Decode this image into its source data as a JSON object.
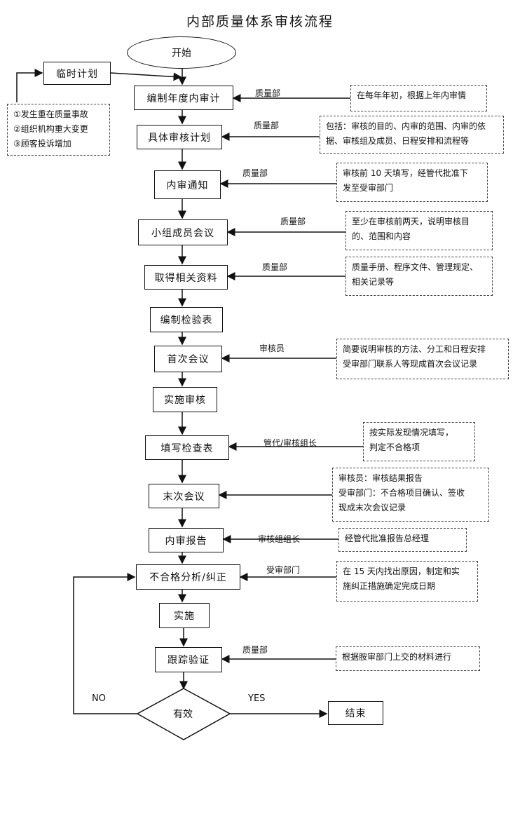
{
  "title": "内部质量体系审核流程",
  "start": "开始",
  "temp_plan": "临时计划",
  "triggers": [
    "①发生重在质量事故",
    "②组织机构重大变更",
    "③顾客投诉增加"
  ],
  "steps": [
    {
      "label": "编制年度内审计",
      "role": "质量部",
      "note": [
        "在每年年初，根据上年内审情"
      ]
    },
    {
      "label": "具体审核计划",
      "role": "质量部",
      "note": [
        "包括：审核的目的、内审的范围、内审的依",
        "据、审核组及成员、日程安排和流程等"
      ]
    },
    {
      "label": "内审通知",
      "role": "质量部",
      "note": [
        "审核前 10 天填写，经管代批准下",
        "发至受审部门"
      ]
    },
    {
      "label": "小组成员会议",
      "role": "质量部",
      "note": [
        "至少在审核前两天，说明审核目",
        "的、范围和内容"
      ]
    },
    {
      "label": "取得相关资料",
      "role": "质量部",
      "note": [
        "质量手册、程序文件、管理规定、",
        "相关记录等"
      ]
    },
    {
      "label": "编制检验表",
      "role": "",
      "note": []
    },
    {
      "label": "首次会议",
      "role": "审核员",
      "note": [
        "简要说明审核的方法、分工和日程安排",
        "受审部门联系人等现成首次会议记录"
      ]
    },
    {
      "label": "实施审核",
      "role": "",
      "note": []
    },
    {
      "label": "填写检查表",
      "role": "管代/审核组长",
      "note": [
        "按实际发现情况填写，",
        "判定不合格项"
      ]
    },
    {
      "label": "末次会议",
      "role": "",
      "note": [
        "审核员：审核结果报告",
        "受审部门：不合格项目确认、签收",
        "现成末次会议记录"
      ]
    },
    {
      "label": "内审报告",
      "role": "审核组组长",
      "note": [
        "经管代批准报告总经理"
      ]
    },
    {
      "label": "不合格分析/纠正",
      "role": "受审部门",
      "note": [
        "在 15 天内找出原因，制定和实",
        "施纠正措施确定完成日期"
      ]
    },
    {
      "label": "实施",
      "role": "",
      "note": []
    },
    {
      "label": "跟踪验证",
      "role": "质量部",
      "note": [
        "根据胺审部门上交的材料进行"
      ]
    }
  ],
  "decision": "有效",
  "no_label": "NO",
  "yes_label": "YES",
  "end": "结束"
}
